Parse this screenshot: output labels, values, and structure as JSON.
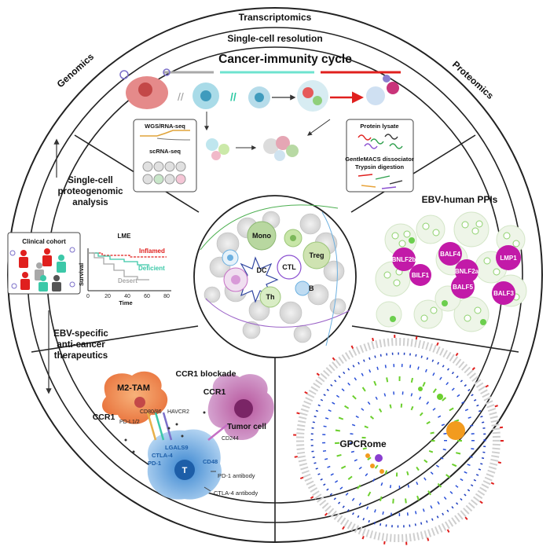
{
  "ring": {
    "transcriptomics": "Transcriptomics",
    "single_cell": "Single-cell resolution",
    "genomics": "Genomics",
    "proteomics": "Proteomics",
    "cycle_title": "Cancer-immunity cycle"
  },
  "boxes": {
    "wgs": "WGS/RNA-seq",
    "scrna": "scRNA-seq",
    "protein_lysate": "Protein lysate",
    "gentlemacs": "GentleMACS dissociator",
    "trypsin": "Trypsin digestion"
  },
  "left": {
    "proteogenomic_line1": "Single-cell",
    "proteogenomic_line2": "proteogenomic",
    "proteogenomic_line3": "analysis",
    "clinical_cohort": "Clinical cohort",
    "ebv_line1": "EBV-specific",
    "ebv_line2": "anti-cancer",
    "ebv_line3": "therapeutics"
  },
  "survival_chart": {
    "title": "LME",
    "ylabel": "Survival",
    "xlabel": "Time",
    "x_ticks": [
      "0",
      "20",
      "40",
      "60",
      "80"
    ],
    "series": [
      {
        "name": "Inflamed",
        "color": "#e0201e"
      },
      {
        "name": "Deficient",
        "color": "#3cc8a8"
      },
      {
        "name": "Desert",
        "color": "#a8a8a8"
      }
    ]
  },
  "center_cells": {
    "mono": "Mono",
    "dc": "DC",
    "ctl": "CTL",
    "treg": "Treg",
    "th": "Th",
    "b": "B"
  },
  "ppi": {
    "title": "EBV-human PPIs",
    "nodes": [
      "BNLF2b",
      "BALF4",
      "BNLF2a",
      "BILF1",
      "BALF5",
      "LMP1",
      "BALF3"
    ],
    "node_color": "#c21aa8"
  },
  "therapy": {
    "m2tam": "M2-TAM",
    "ccr1_blockade": "CCR1 blockade",
    "ccr1_right": "CCR1",
    "ccr1_left": "CCR1",
    "tumor_cell": "Tumor cell",
    "cd80": "CD80/86",
    "havcr2": "HAVCR2",
    "pdl1": "PD-L1/2",
    "lgals9": "LGALS9",
    "ctla4": "CTLA-4",
    "pd1": "PD-1",
    "cd48": "CD48",
    "cd244": "CD244",
    "t": "T",
    "pd1_ab": "PD-1 antibody",
    "ctla4_ab": "CTLA-4 antibody"
  },
  "gpcr": {
    "title": "GPCRome"
  }
}
